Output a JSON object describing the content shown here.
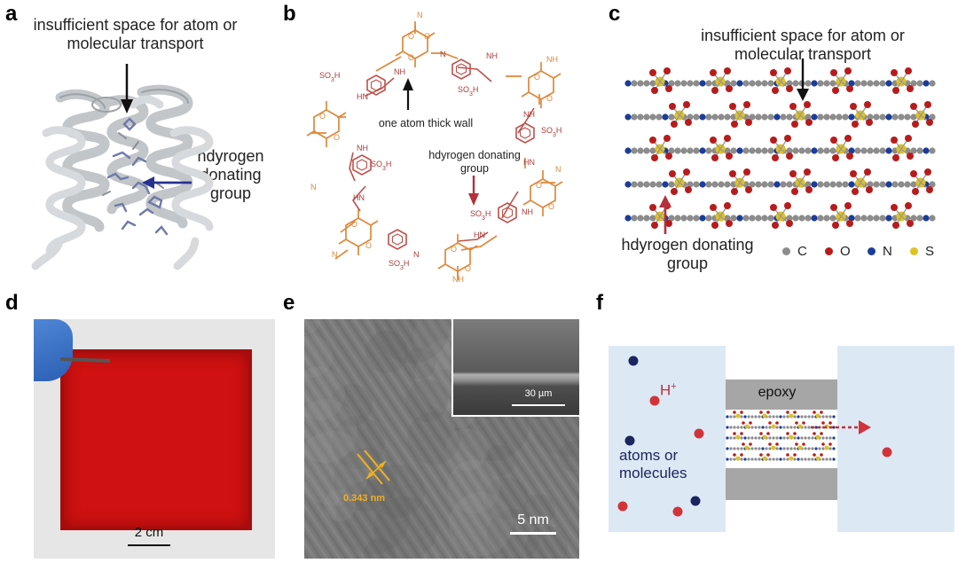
{
  "figure": {
    "panel_labels": [
      "a",
      "b",
      "c",
      "d",
      "e",
      "f"
    ]
  },
  "panel_a": {
    "annotation_top": "insufficient space for atom or molecular transport",
    "annotation_side": "hdyrogen donating group"
  },
  "panel_b": {
    "annotation_wall": "one atom thick wall",
    "annotation_group": "hdyrogen donating group",
    "chem_labels": {
      "so3h": "SO3H",
      "nh": "NH",
      "hn": "HN",
      "n": "N",
      "o": "O"
    }
  },
  "panel_c": {
    "annotation_top": "insufficient space for atom or molecular transport",
    "annotation_bottom": "hdyrogen donating group",
    "legend": [
      {
        "symbol": "C",
        "color": "#8c8c8c"
      },
      {
        "symbol": "O",
        "color": "#b71c1c"
      },
      {
        "symbol": "N",
        "color": "#1a3d9a"
      },
      {
        "symbol": "S",
        "color": "#e0c21e"
      }
    ]
  },
  "panel_d": {
    "scale_bar": "2 cm",
    "film_color": "#d10d0d"
  },
  "panel_e": {
    "scale_bar": "5 nm",
    "inset_scale_bar": "30 µm",
    "lattice_spacing": "0.343 nm"
  },
  "panel_f": {
    "ion_label": "H+",
    "species_label": "atoms or molecules",
    "epoxy_label": "epoxy"
  },
  "colors": {
    "orange": "#e0883a",
    "red_dot": "#d0343a",
    "navy_dot": "#1c2560",
    "arrow_blue": "#27328f",
    "arrow_red": "#b5303a",
    "pale_blue": "#dce9f4",
    "epoxy_gray": "#a6a6a6"
  }
}
